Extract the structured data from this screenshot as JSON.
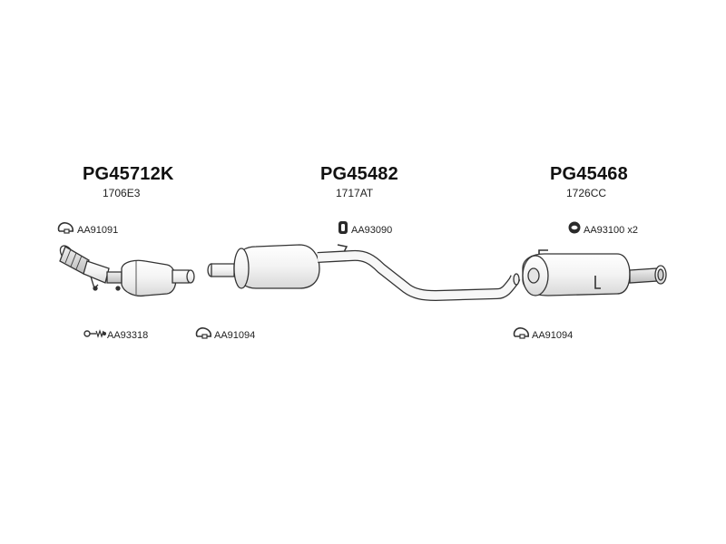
{
  "diagram": {
    "assemblies": [
      {
        "code": "PG45712K",
        "ref": "1706E3"
      },
      {
        "code": "PG45482",
        "ref": "1717AT"
      },
      {
        "code": "PG45468",
        "ref": "1726CC"
      }
    ],
    "accessories": [
      {
        "label": "AA91091",
        "icon": "clamp-icon"
      },
      {
        "label": "AA93090",
        "icon": "rubber-hanger-icon"
      },
      {
        "label": "AA93100 x2",
        "icon": "rubber-ring-icon"
      },
      {
        "label": "AA93318",
        "icon": "bolt-spring-icon"
      },
      {
        "label": "AA91094",
        "icon": "clamp-icon"
      },
      {
        "label": "AA91094",
        "icon": "clamp-icon"
      }
    ]
  }
}
